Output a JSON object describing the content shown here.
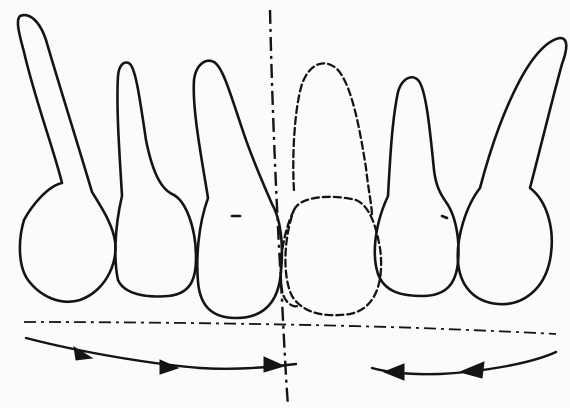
{
  "figure": {
    "description_text": "",
    "colors": {
      "line": "#141414",
      "paper": "#fbfbf9"
    },
    "teeth_solid": [
      "tooth-1",
      "tooth-2",
      "tooth-3",
      "tooth-5",
      "tooth-6"
    ],
    "tooth_ghost": "tooth-4-dashed",
    "arrows": [
      "mesial-drift-left-arrow",
      "mesial-drift-right-arrow"
    ]
  }
}
